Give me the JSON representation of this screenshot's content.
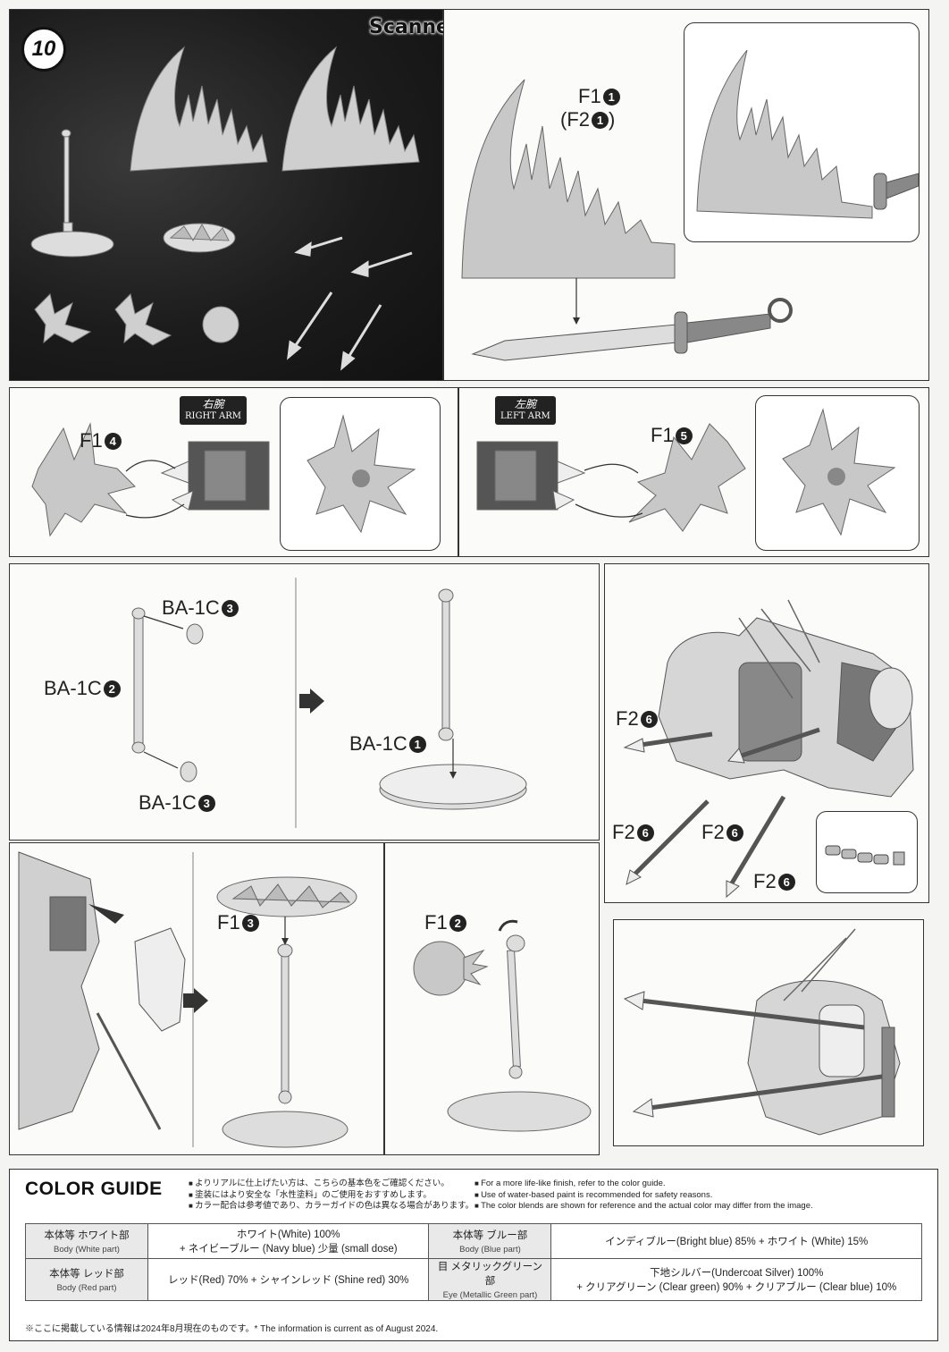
{
  "header": {
    "scan_credit": "Scanned by Dalong.net",
    "step_number": "10"
  },
  "labels": {
    "f1_1": "F1",
    "f1_1_num": "1",
    "f2_1_paren": "(F2",
    "f2_1_num": "1",
    "f2_1_close": ")",
    "f1_4": "F1",
    "f1_4_num": "4",
    "f1_5": "F1",
    "f1_5_num": "5",
    "ba1c_3a": "BA-1C",
    "ba1c_3a_num": "3",
    "ba1c_2": "BA-1C",
    "ba1c_2_num": "2",
    "ba1c_3b": "BA-1C",
    "ba1c_3b_num": "3",
    "ba1c_1": "BA-1C",
    "ba1c_1_num": "1",
    "f2_6a": "F2",
    "f2_6a_num": "6",
    "f2_6b": "F2",
    "f2_6b_num": "6",
    "f2_6c": "F2",
    "f2_6c_num": "6",
    "f2_6d": "F2",
    "f2_6d_num": "6",
    "f1_3": "F1",
    "f1_3_num": "3",
    "f1_2": "F1",
    "f1_2_num": "2"
  },
  "arm_tags": {
    "right_jp": "右腕",
    "right_en": "RIGHT ARM",
    "left_jp": "左腕",
    "left_en": "LEFT ARM"
  },
  "color_guide": {
    "title": "COLOR GUIDE",
    "notes_jp": [
      "よりリアルに仕上げたい方は、こちらの基本色をご確認ください。",
      "塗装にはより安全な「水性塗料」のご使用をおすすめします。",
      "カラー配合は参考値であり、カラーガイドの色は異なる場合があります。"
    ],
    "notes_en": [
      "For a more life-like finish, refer to the color guide.",
      "Use of water-based paint is recommended for safety reasons.",
      "The color blends are shown for reference and the actual color may differ from the image."
    ],
    "rows": [
      {
        "left_head_jp": "本体等 ホワイト部",
        "left_head_en": "Body (White part)",
        "left_val_1": "ホワイト(White) 100%",
        "left_val_2": "+ ネイビーブルー (Navy blue) 少量 (small dose)",
        "right_head_jp": "本体等 ブルー部",
        "right_head_en": "Body (Blue part)",
        "right_val_1": "インディブルー(Bright blue) 85% + ホワイト (White) 15%",
        "right_val_2": ""
      },
      {
        "left_head_jp": "本体等 レッド部",
        "left_head_en": "Body (Red part)",
        "left_val_1": "レッド(Red) 70% + シャインレッド (Shine red) 30%",
        "left_val_2": "",
        "right_head_jp": "目 メタリックグリーン部",
        "right_head_en": "Eye (Metallic Green part)",
        "right_val_1": "下地シルバー(Undercoat Silver) 100%",
        "right_val_2": "+ クリアグリーン (Clear green) 90% + クリアブルー (Clear blue) 10%"
      }
    ],
    "footer": "※ここに掲載している情報は2024年8月現在のものです。* The information is current as of August 2024."
  }
}
